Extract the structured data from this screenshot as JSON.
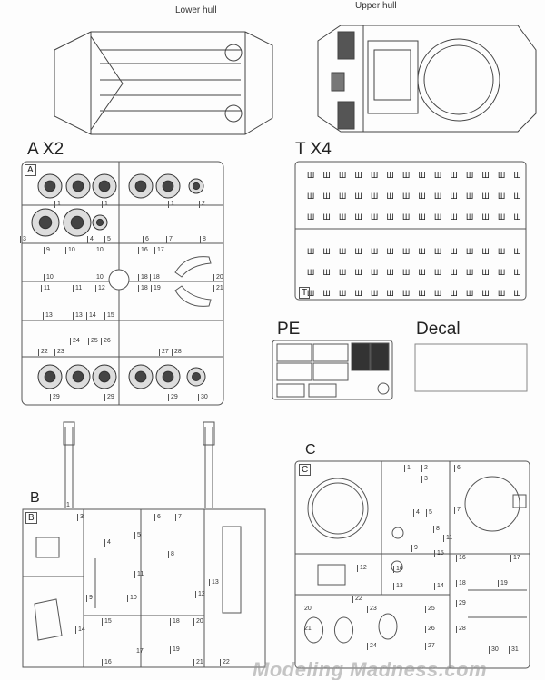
{
  "headings": {
    "lower_hull": "Lower hull",
    "upper_hull": "Upper hull",
    "sprue_a": "A X2",
    "sprue_t": "T X4",
    "pe": "PE",
    "decal": "Decal",
    "sprue_b": "B",
    "sprue_c": "C"
  },
  "sprue_tags": {
    "a": "A",
    "t": "T",
    "b": "B",
    "c": "C"
  },
  "sprue_a_parts": [
    "1",
    "1",
    "1",
    "2",
    "3",
    "4",
    "5",
    "6",
    "7",
    "8",
    "9",
    "10",
    "10",
    "10",
    "10",
    "16",
    "17",
    "18",
    "18",
    "18",
    "19",
    "20",
    "21",
    "11",
    "11",
    "12",
    "13",
    "13",
    "14",
    "15",
    "22",
    "23",
    "24",
    "25",
    "26",
    "27",
    "28",
    "29",
    "29",
    "29",
    "30"
  ],
  "sprue_b_parts": [
    "1",
    "3",
    "4",
    "5",
    "6",
    "7",
    "8",
    "9",
    "10",
    "11",
    "12",
    "13",
    "14",
    "15",
    "16",
    "17",
    "18",
    "19",
    "20",
    "21",
    "22"
  ],
  "sprue_c_parts": [
    "1",
    "2",
    "3",
    "4",
    "5",
    "6",
    "7",
    "8",
    "9",
    "10",
    "11",
    "12",
    "13",
    "14",
    "15",
    "16",
    "17",
    "18",
    "19",
    "20",
    "21",
    "22",
    "23",
    "24",
    "25",
    "26",
    "27",
    "28",
    "29",
    "30",
    "31"
  ],
  "watermark": "Modeling Madness.com"
}
